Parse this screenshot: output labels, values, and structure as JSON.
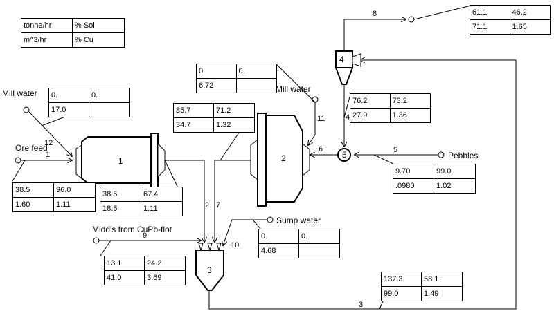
{
  "legend": {
    "r1c1": "tonne/hr",
    "r1c2": "% Sol",
    "r2c1": "m^3/hr",
    "r2c2": "% Cu"
  },
  "units": {
    "u1": "1",
    "u2": "2",
    "u3": "3",
    "u4": "4",
    "u5": "5"
  },
  "labels": {
    "mill_water_left": "Mill water",
    "ore_feed": "Ore feed",
    "mill_water_right": "Mill water",
    "pebbles": "Pebbles",
    "sump_water": "Sump water",
    "midds": "Midd's from CuPb-flot"
  },
  "streams": {
    "s2": "2",
    "s3": "3",
    "s4": "4",
    "s5": "5",
    "s6": "6",
    "s7": "7",
    "s8": "8",
    "s9": "9",
    "s10": "10",
    "s11": "11",
    "s12": "12",
    "s1": "1",
    "s3b": "3"
  },
  "tables": {
    "mill_water_left": [
      "0.",
      "0.",
      "17.0",
      ""
    ],
    "ore_feed": [
      "38.5",
      "96.0",
      "1.60",
      "1.11"
    ],
    "mill1_discharge": [
      "38.5",
      "67.4",
      "18.6",
      "1.11"
    ],
    "stream7": [
      "85.7",
      "71.2",
      "34.7",
      "1.32"
    ],
    "mill_water_right": [
      "0.",
      "0.",
      "6.72",
      ""
    ],
    "stream4": [
      "76.2",
      "73.2",
      "27.9",
      "1.36"
    ],
    "cyclone_overflow": [
      "61.1",
      "46.2",
      "71.1",
      "1.65"
    ],
    "pebbles": [
      "9.70",
      "99.0",
      ".0980",
      "1.02"
    ],
    "sump_water": [
      "0.",
      "0.",
      "4.68",
      ""
    ],
    "midds": [
      "13.1",
      "24.2",
      "41.0",
      "3.69"
    ],
    "sump_discharge": [
      "137.3",
      "58.1",
      "99.0",
      "1.49"
    ]
  }
}
